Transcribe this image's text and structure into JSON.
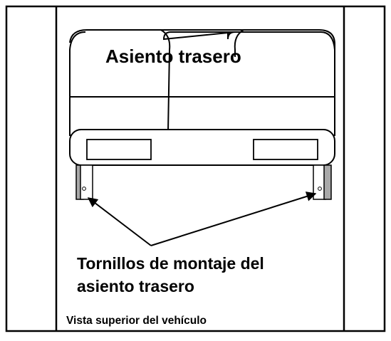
{
  "diagram": {
    "seat_label": "Asiento trasero",
    "callout_line1": "Tornillos de montaje del",
    "callout_line2": "asiento trasero",
    "caption": "Vista superior del vehículo"
  },
  "colors": {
    "line": "#000000",
    "background": "#ffffff",
    "bracket_fill": "#a9a9a9"
  },
  "icons": [
    "arrow-head-icon",
    "bolt-hole-icon"
  ]
}
